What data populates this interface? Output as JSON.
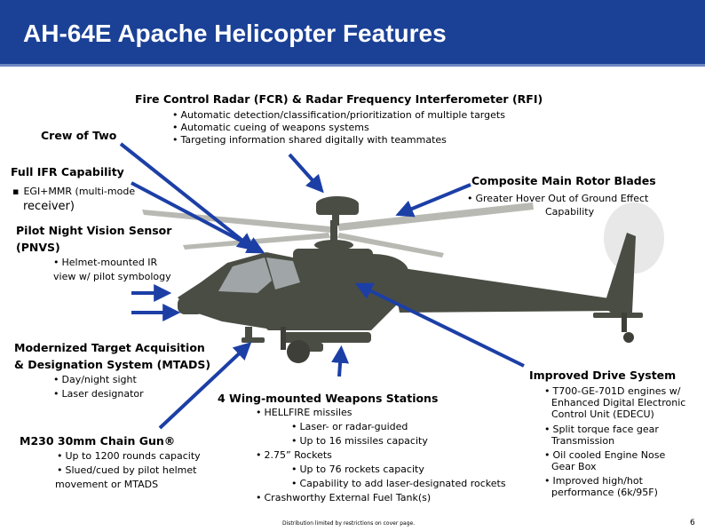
{
  "header": {
    "title": "AH-64E Apache Helicopter Features"
  },
  "fcr": {
    "heading": "Fire Control Radar (FCR) & Radar Frequency Interferometer (RFI)",
    "bullets": [
      "Automatic detection/classification/prioritization of multiple targets",
      "Automatic cueing of weapons systems",
      "Targeting information shared digitally with teammates"
    ]
  },
  "crew": {
    "heading": "Crew of Two"
  },
  "ifr": {
    "heading": "Full IFR Capability",
    "bullet": "EGI+MMR (multi-mode",
    "bullet_cont": "receiver)"
  },
  "pnvs": {
    "heading_line1": "Pilot Night Vision Sensor",
    "heading_line2": "(PNVS)",
    "bullet": "Helmet-mounted IR",
    "bullet_cont": "view w/ pilot symbology"
  },
  "rotor": {
    "heading": "Composite Main Rotor Blades",
    "bullet": "Greater Hover Out of Ground Effect",
    "bullet_cont": "Capability"
  },
  "mtads": {
    "heading_line1": "Modernized Target Acquisition",
    "heading_line2": "& Designation System (MTADS)",
    "bullets": [
      "Day/night sight",
      "Laser designator"
    ]
  },
  "weapons": {
    "heading": "4 Wing-mounted Weapons Stations",
    "hellfire": "HELLFIRE missiles",
    "hellfire_sub": [
      "Laser- or radar-guided",
      "Up to 16 missiles capacity"
    ],
    "rockets": "2.75” Rockets",
    "rockets_sub": [
      "Up to 76 rockets capacity",
      "Capability to add laser-designated rockets"
    ],
    "fuel": "Crashworthy External Fuel Tank(s)"
  },
  "drive": {
    "heading": "Improved Drive System",
    "items": [
      [
        "T700-GE-701D engines w/",
        "Enhanced Digital Electronic",
        "Control Unit (EDECU)"
      ],
      [
        "Split torque face gear",
        "Transmission"
      ],
      [
        "Oil cooled Engine Nose",
        "Gear Box"
      ],
      [
        "Improved high/hot",
        "performance (6k/95F)"
      ]
    ]
  },
  "gun": {
    "heading": "M230 30mm Chain Gun®",
    "bullets": [
      "Up to 1200 rounds capacity",
      "Slued/cued by pilot helmet"
    ],
    "bullet_cont": "movement or MTADS"
  },
  "footer": {
    "note": "Distribution limited by restrictions on cover page.",
    "page": "6"
  },
  "colors": {
    "header_bg": "#1b4196",
    "arrow": "#1c3fa6",
    "helicopter": "#4a4d44"
  }
}
